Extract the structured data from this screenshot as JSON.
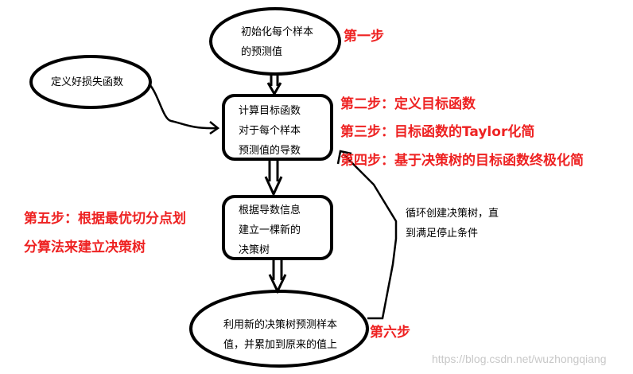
{
  "nodes": {
    "init": [
      "初始化每个样本",
      "的预测值"
    ],
    "loss": "定义好损失函数",
    "derivative": [
      "计算目标函数",
      "对于每个样本",
      "预测值的导数"
    ],
    "build_tree": [
      "根据导数信息",
      "建立一棵新的",
      "决策树"
    ],
    "update": [
      "利用新的决策树预测样本",
      "值，并累加到原来的值上"
    ]
  },
  "steps": {
    "step1": "第一步",
    "step2": "第二步：定义目标函数",
    "step3": "第三步：目标函数的Taylor化简",
    "step4": "第四步：基于决策树的目标函数终极化简",
    "step5": [
      "第五步：根据最优切分点划",
      "分算法来建立决策树"
    ],
    "step6": "第六步"
  },
  "loop_note": [
    "循环创建决策树，直",
    "到满足停止条件"
  ],
  "watermark": "https://blog.csdn.net/wuzhongqiang",
  "colors": {
    "step_text": "#ee2222",
    "lines": "#000000",
    "watermark": "#c8c8c8"
  }
}
